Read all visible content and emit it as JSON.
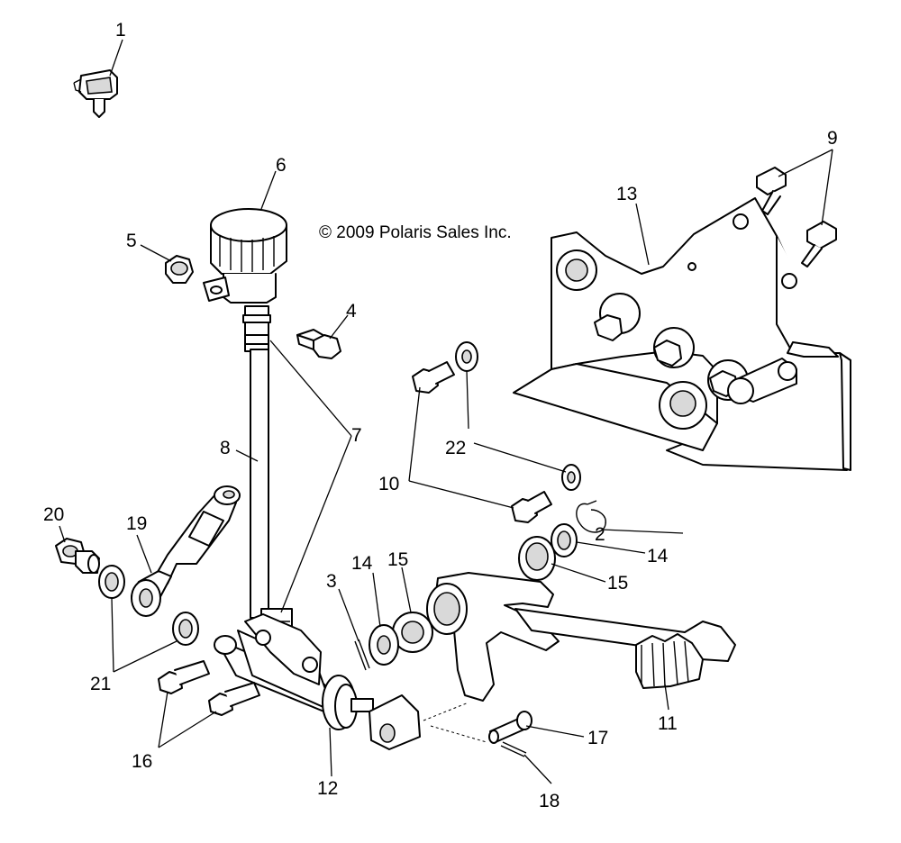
{
  "copyright": "© 2009 Polaris Sales Inc.",
  "callouts": {
    "c1": "1",
    "c2": "2",
    "c3": "3",
    "c4": "4",
    "c5": "5",
    "c6": "6",
    "c7": "7",
    "c8": "8",
    "c9": "9",
    "c10": "10",
    "c11": "11",
    "c12": "12",
    "c13": "13",
    "c14a": "14",
    "c14b": "14",
    "c15a": "15",
    "c15b": "15",
    "c16": "16",
    "c17": "17",
    "c18": "18",
    "c19": "19",
    "c20": "20",
    "c21": "21",
    "c22": "22"
  },
  "parts": [
    {
      "ref": "1",
      "icon": "hose-clip-icon"
    },
    {
      "ref": "2",
      "icon": "spring-clip-icon"
    },
    {
      "ref": "3",
      "icon": "cotter-pin-icon"
    },
    {
      "ref": "4",
      "icon": "bolt-icon"
    },
    {
      "ref": "5",
      "icon": "nut-icon"
    },
    {
      "ref": "6",
      "icon": "reservoir-icon"
    },
    {
      "ref": "7",
      "icon": "hose-clamp-icon"
    },
    {
      "ref": "8",
      "icon": "hose-icon"
    },
    {
      "ref": "9",
      "icon": "bolt-icon"
    },
    {
      "ref": "10",
      "icon": "bolt-icon"
    },
    {
      "ref": "11",
      "icon": "brake-pedal-icon"
    },
    {
      "ref": "12",
      "icon": "master-cylinder-icon"
    },
    {
      "ref": "13",
      "icon": "mounting-bracket-icon"
    },
    {
      "ref": "14",
      "icon": "washer-icon"
    },
    {
      "ref": "15",
      "icon": "bushing-icon"
    },
    {
      "ref": "16",
      "icon": "bolt-icon"
    },
    {
      "ref": "17",
      "icon": "clevis-pin-icon"
    },
    {
      "ref": "18",
      "icon": "cotter-pin-icon"
    },
    {
      "ref": "19",
      "icon": "brake-line-icon"
    },
    {
      "ref": "20",
      "icon": "banjo-bolt-icon"
    },
    {
      "ref": "21",
      "icon": "sealing-washer-icon"
    },
    {
      "ref": "22",
      "icon": "washer-icon"
    }
  ]
}
